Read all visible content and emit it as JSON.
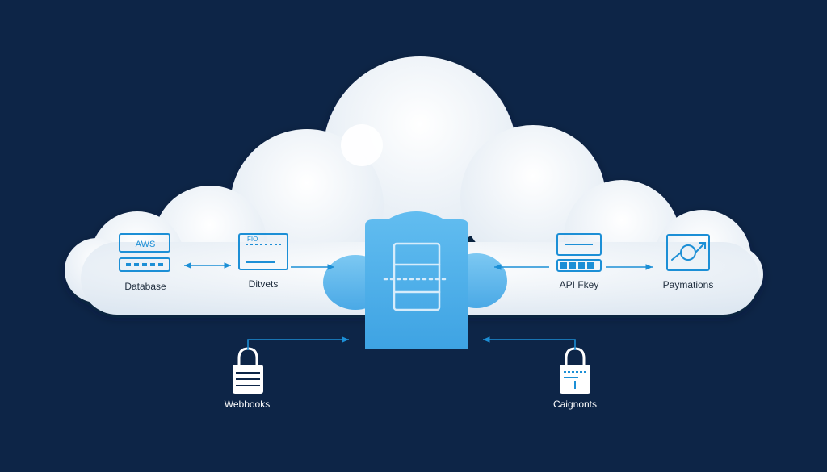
{
  "colors": {
    "background": "#0d2547",
    "cloud": "#f3f7fb",
    "cloud_shade": "#dfe8f2",
    "accent": "#1c8fd6",
    "hub": "#4fb2ec",
    "hub_inner": "#cfe9fb",
    "label_dark": "#1f2d3d",
    "label_light": "#ffffff"
  },
  "nodes": {
    "database": {
      "label": "Database",
      "badge": "AWS",
      "icon": "server-rack-icon"
    },
    "datasets": {
      "label": "Ditvets",
      "badge": "FIO",
      "icon": "panel-icon"
    },
    "hub": {
      "icon": "document-scan-icon"
    },
    "api_key": {
      "label": "API Fkey",
      "icon": "keypad-icon"
    },
    "payments": {
      "label": "Paymations",
      "icon": "trend-chart-icon"
    },
    "webhooks": {
      "label": "Webbooks",
      "icon": "padlock-server-icon"
    },
    "endpoints": {
      "label": "Caignonts",
      "icon": "padlock-card-icon"
    }
  },
  "connections": [
    {
      "from": "database",
      "to": "datasets",
      "direction": "both"
    },
    {
      "from": "datasets",
      "to": "hub",
      "direction": "forward"
    },
    {
      "from": "hub",
      "to": "api_key",
      "direction": "backward"
    },
    {
      "from": "api_key",
      "to": "payments",
      "direction": "forward"
    },
    {
      "from": "webhooks",
      "to": "hub",
      "direction": "forward"
    },
    {
      "from": "endpoints",
      "to": "hub",
      "direction": "forward"
    }
  ]
}
